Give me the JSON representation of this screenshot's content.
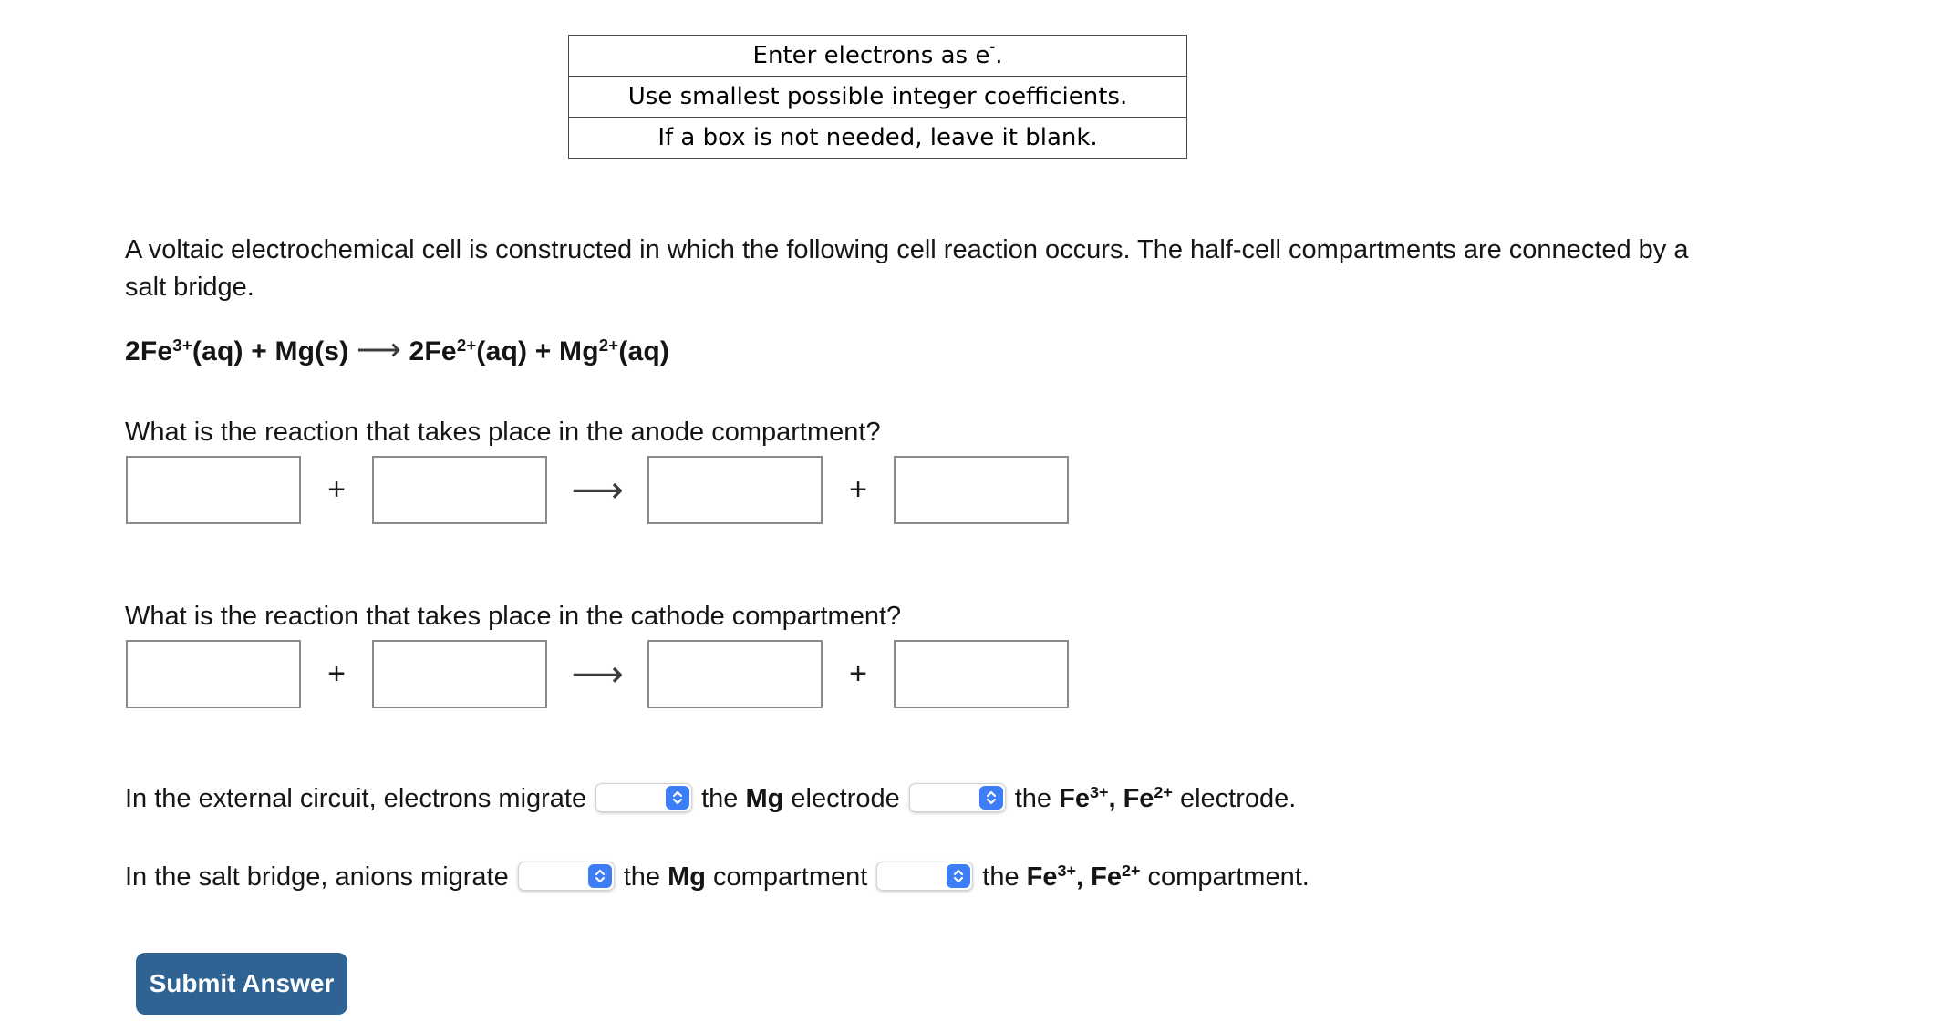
{
  "instructions": {
    "rows": [
      {
        "segments": [
          {
            "text": "Enter electrons as e"
          },
          {
            "sup": "-"
          },
          {
            "text": "."
          }
        ]
      },
      {
        "segments": [
          {
            "text": "Use smallest possible integer coefficients."
          }
        ]
      },
      {
        "segments": [
          {
            "text": "If a box is not needed, leave it blank."
          }
        ]
      }
    ]
  },
  "problem": {
    "statement": "A voltaic electrochemical cell is constructed in which the following cell reaction occurs. The half-cell compartments are connected by a salt bridge.",
    "equation_segments": [
      {
        "text": "2Fe"
      },
      {
        "sup": "3+"
      },
      {
        "text": "(aq) + Mg(s) "
      },
      {
        "plain": "⟶"
      },
      {
        "text": " 2Fe"
      },
      {
        "sup": "2+"
      },
      {
        "text": "(aq) + Mg"
      },
      {
        "sup": "2+"
      },
      {
        "text": "(aq)"
      }
    ]
  },
  "anode": {
    "question": "What is the reaction that takes place in the anode compartment?",
    "inputs": [
      "",
      "",
      "",
      ""
    ],
    "plus": "+",
    "arrow": "⟶"
  },
  "cathode": {
    "question": "What is the reaction that takes place in the cathode compartment?",
    "inputs": [
      "",
      "",
      "",
      ""
    ],
    "plus": "+",
    "arrow": "⟶"
  },
  "external_circuit": {
    "prefix": "In the external circuit, electrons migrate",
    "select1_value": "",
    "mid": [
      {
        "text": "the "
      },
      {
        "bold": "Mg"
      },
      {
        "text": " electrode"
      }
    ],
    "select2_value": "",
    "tail": [
      {
        "text": "the "
      },
      {
        "bold": "Fe"
      },
      {
        "boldsup": "3+"
      },
      {
        "bold": ", Fe"
      },
      {
        "boldsup": "2+"
      },
      {
        "text": " electrode."
      }
    ]
  },
  "salt_bridge": {
    "prefix": "In the salt bridge, anions migrate",
    "select1_value": "",
    "mid": [
      {
        "text": "the "
      },
      {
        "bold": "Mg"
      },
      {
        "text": " compartment"
      }
    ],
    "select2_value": "",
    "tail": [
      {
        "text": "the "
      },
      {
        "bold": "Fe"
      },
      {
        "boldsup": "3+"
      },
      {
        "bold": ", Fe"
      },
      {
        "boldsup": "2+"
      },
      {
        "text": " compartment."
      }
    ]
  },
  "submit": {
    "label": "Submit Answer"
  },
  "colors": {
    "accent_blue": "#3d7df6",
    "submit_blue": "#2e6394",
    "input_border": "#8a8a8a",
    "table_border": "#4a4a4a"
  }
}
